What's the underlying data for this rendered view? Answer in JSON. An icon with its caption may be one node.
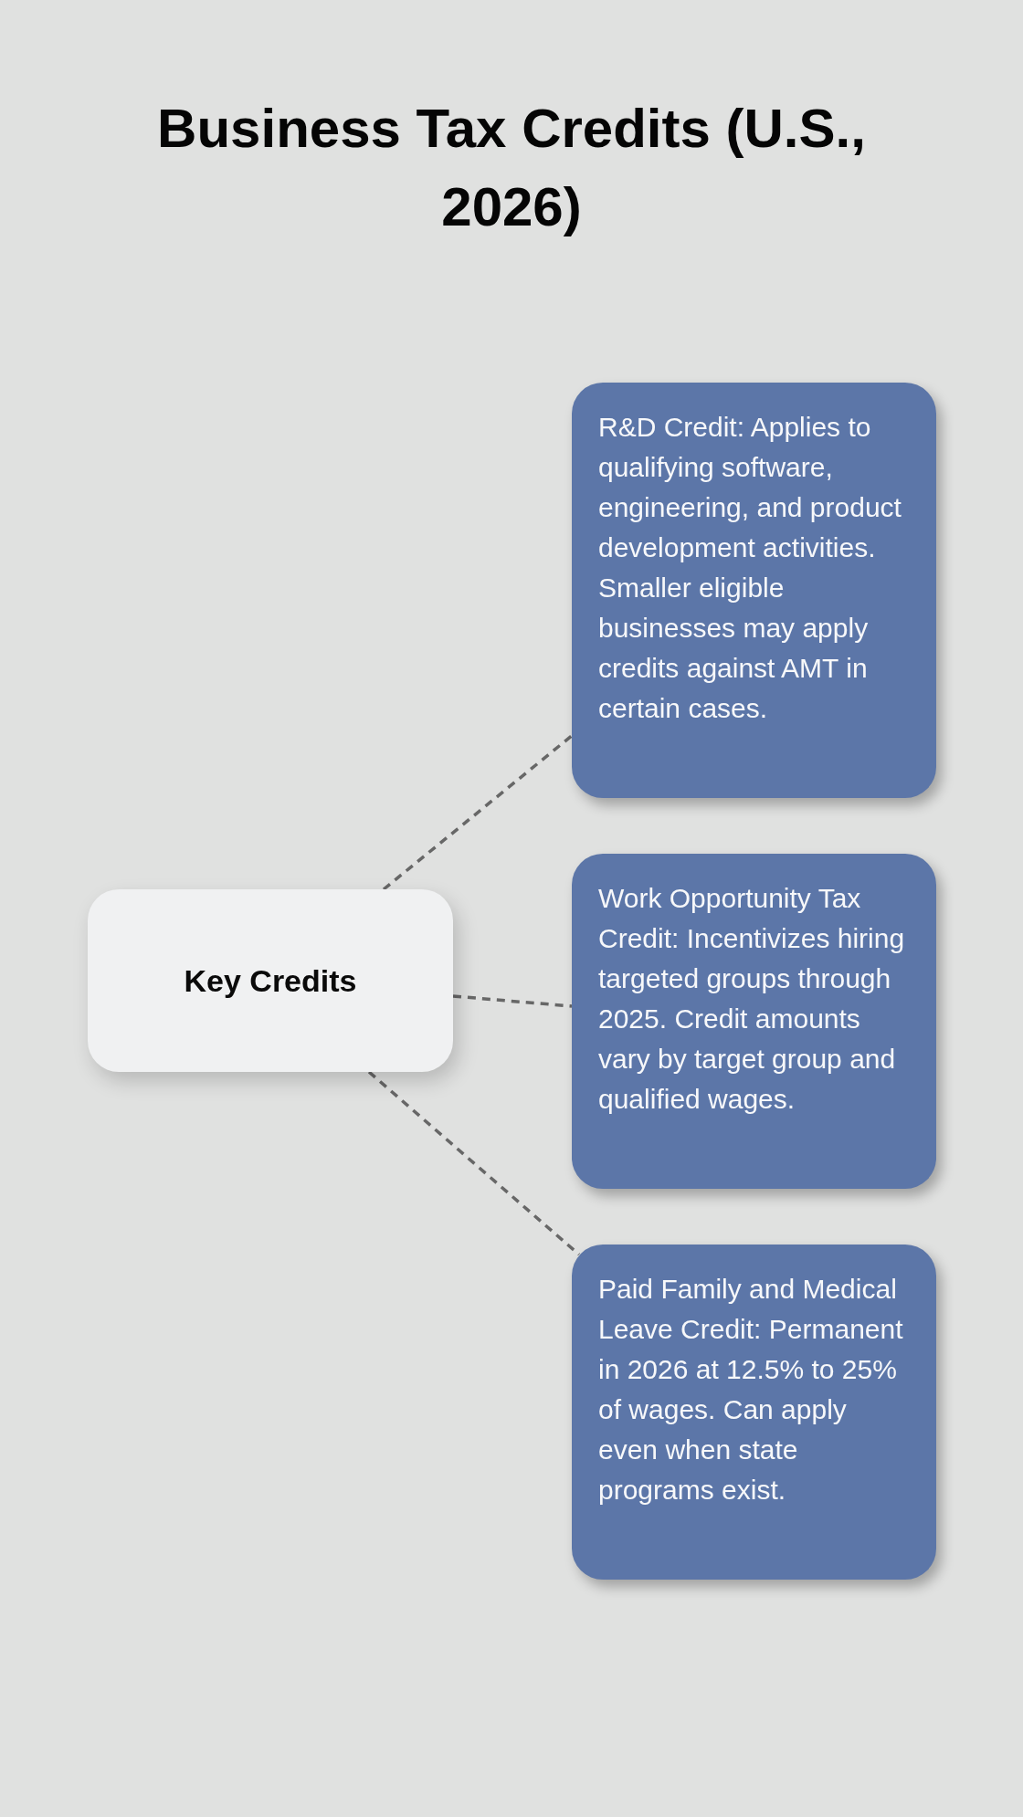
{
  "diagram": {
    "title": "Business Tax Credits (U.S., 2026)",
    "nodes": [
      {
        "text": [
          "Key Credits"
        ]
      },
      {
        "text": [
          "R&D Credit: Applies to qualifying software, engineering, and product development activities. Smaller eligible businesses may apply credits against AMT in certain cases."
        ]
      },
      {
        "text": [
          "Work Opportunity Tax Credit: Incentivizes hiring targeted groups through 2025. Credit amounts vary by target group and qualified wages."
        ]
      },
      {
        "text": [
          "Paid Family and Medical Leave Credit: Permanent in 2026 at 12.5% to 25% of wages. Can apply even when state programs exist."
        ]
      }
    ],
    "edges": [
      {
        "from": 0,
        "to": 1,
        "arrow": "none",
        "style": "dashed"
      },
      {
        "from": 0,
        "to": 2,
        "arrow": "none",
        "style": "dashed"
      },
      {
        "from": 0,
        "to": 3,
        "arrow": "none",
        "style": "dashed"
      }
    ]
  }
}
